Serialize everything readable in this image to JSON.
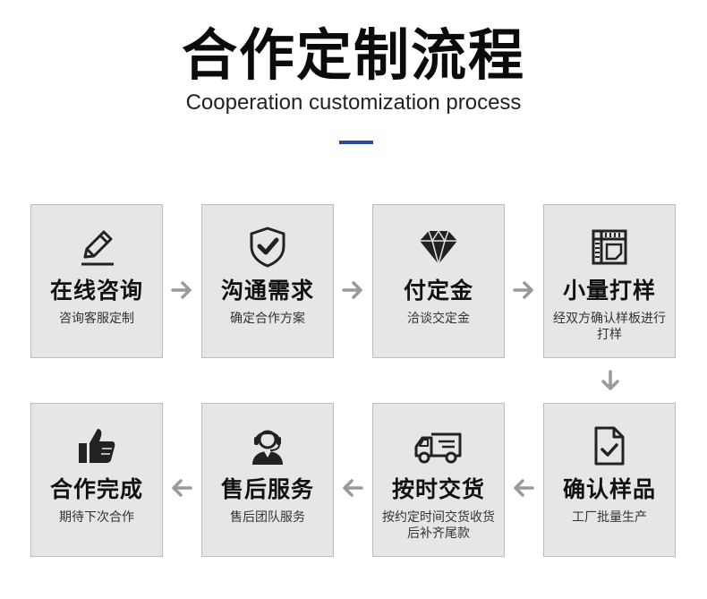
{
  "header": {
    "title": "合作定制流程",
    "subtitle": "Cooperation customization process",
    "accent_color": "#2a4aa0"
  },
  "steps": [
    {
      "title": "在线咨询",
      "desc": "咨询客服定制",
      "icon": "pencil-icon"
    },
    {
      "title": "沟通需求",
      "desc": "确定合作方案",
      "icon": "shield-check-icon"
    },
    {
      "title": "付定金",
      "desc": "洽谈交定金",
      "icon": "diamond-icon"
    },
    {
      "title": "小量打样",
      "desc": "经双方确认样板进行打样",
      "icon": "blueprint-icon"
    },
    {
      "title": "确认样品",
      "desc": "工厂批量生产",
      "icon": "document-check-icon"
    },
    {
      "title": "按时交货",
      "desc": "按约定时间交货收货后补齐尾款",
      "icon": "truck-icon"
    },
    {
      "title": "售后服务",
      "desc": "售后团队服务",
      "icon": "headset-agent-icon"
    },
    {
      "title": "合作完成",
      "desc": "期待下次合作",
      "icon": "thumbs-up-icon"
    }
  ],
  "colors": {
    "card_bg": "#e6e6e6",
    "card_border": "#bdbdbd",
    "arrow": "#9a9a9a"
  }
}
